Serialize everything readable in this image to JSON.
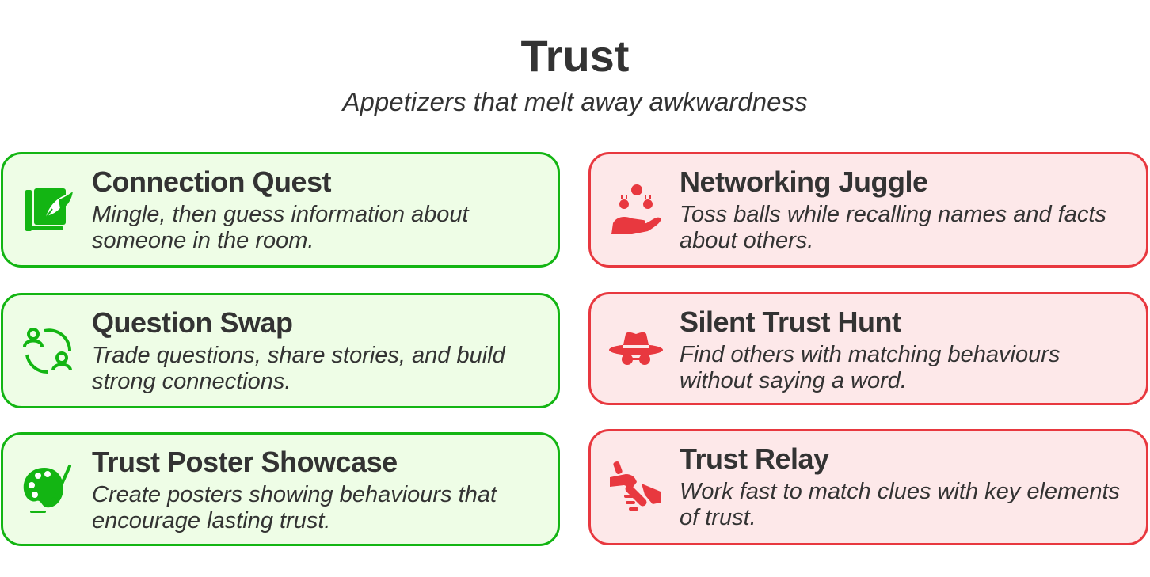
{
  "header": {
    "title": "Trust",
    "subtitle": "Appetizers that melt away awkwardness"
  },
  "colors": {
    "green_border": "#13b513",
    "green_bg": "#eefde6",
    "red_border": "#e8383f",
    "red_bg": "#fde8e9",
    "text": "#333333"
  },
  "cards": [
    {
      "title": "Connection Quest",
      "desc": "Mingle, then guess information about someone in the room.",
      "icon": "book-quill-icon"
    },
    {
      "title": "Question Swap",
      "desc": "Trade questions, share stories, and build strong connections.",
      "icon": "people-exchange-icon"
    },
    {
      "title": "Trust Poster Showcase",
      "desc": "Create posters showing behaviours that encourage lasting trust.",
      "icon": "palette-brush-icon"
    },
    {
      "title": "Networking Juggle",
      "desc": "Toss balls while recalling names and facts about others.",
      "icon": "hand-juggling-icon"
    },
    {
      "title": "Silent Trust Hunt",
      "desc": "Find others with matching behaviours without saying a word.",
      "icon": "spy-hat-icon"
    },
    {
      "title": "Trust Relay",
      "desc": "Work fast to match clues with key elements of trust.",
      "icon": "relay-baton-icon"
    }
  ]
}
